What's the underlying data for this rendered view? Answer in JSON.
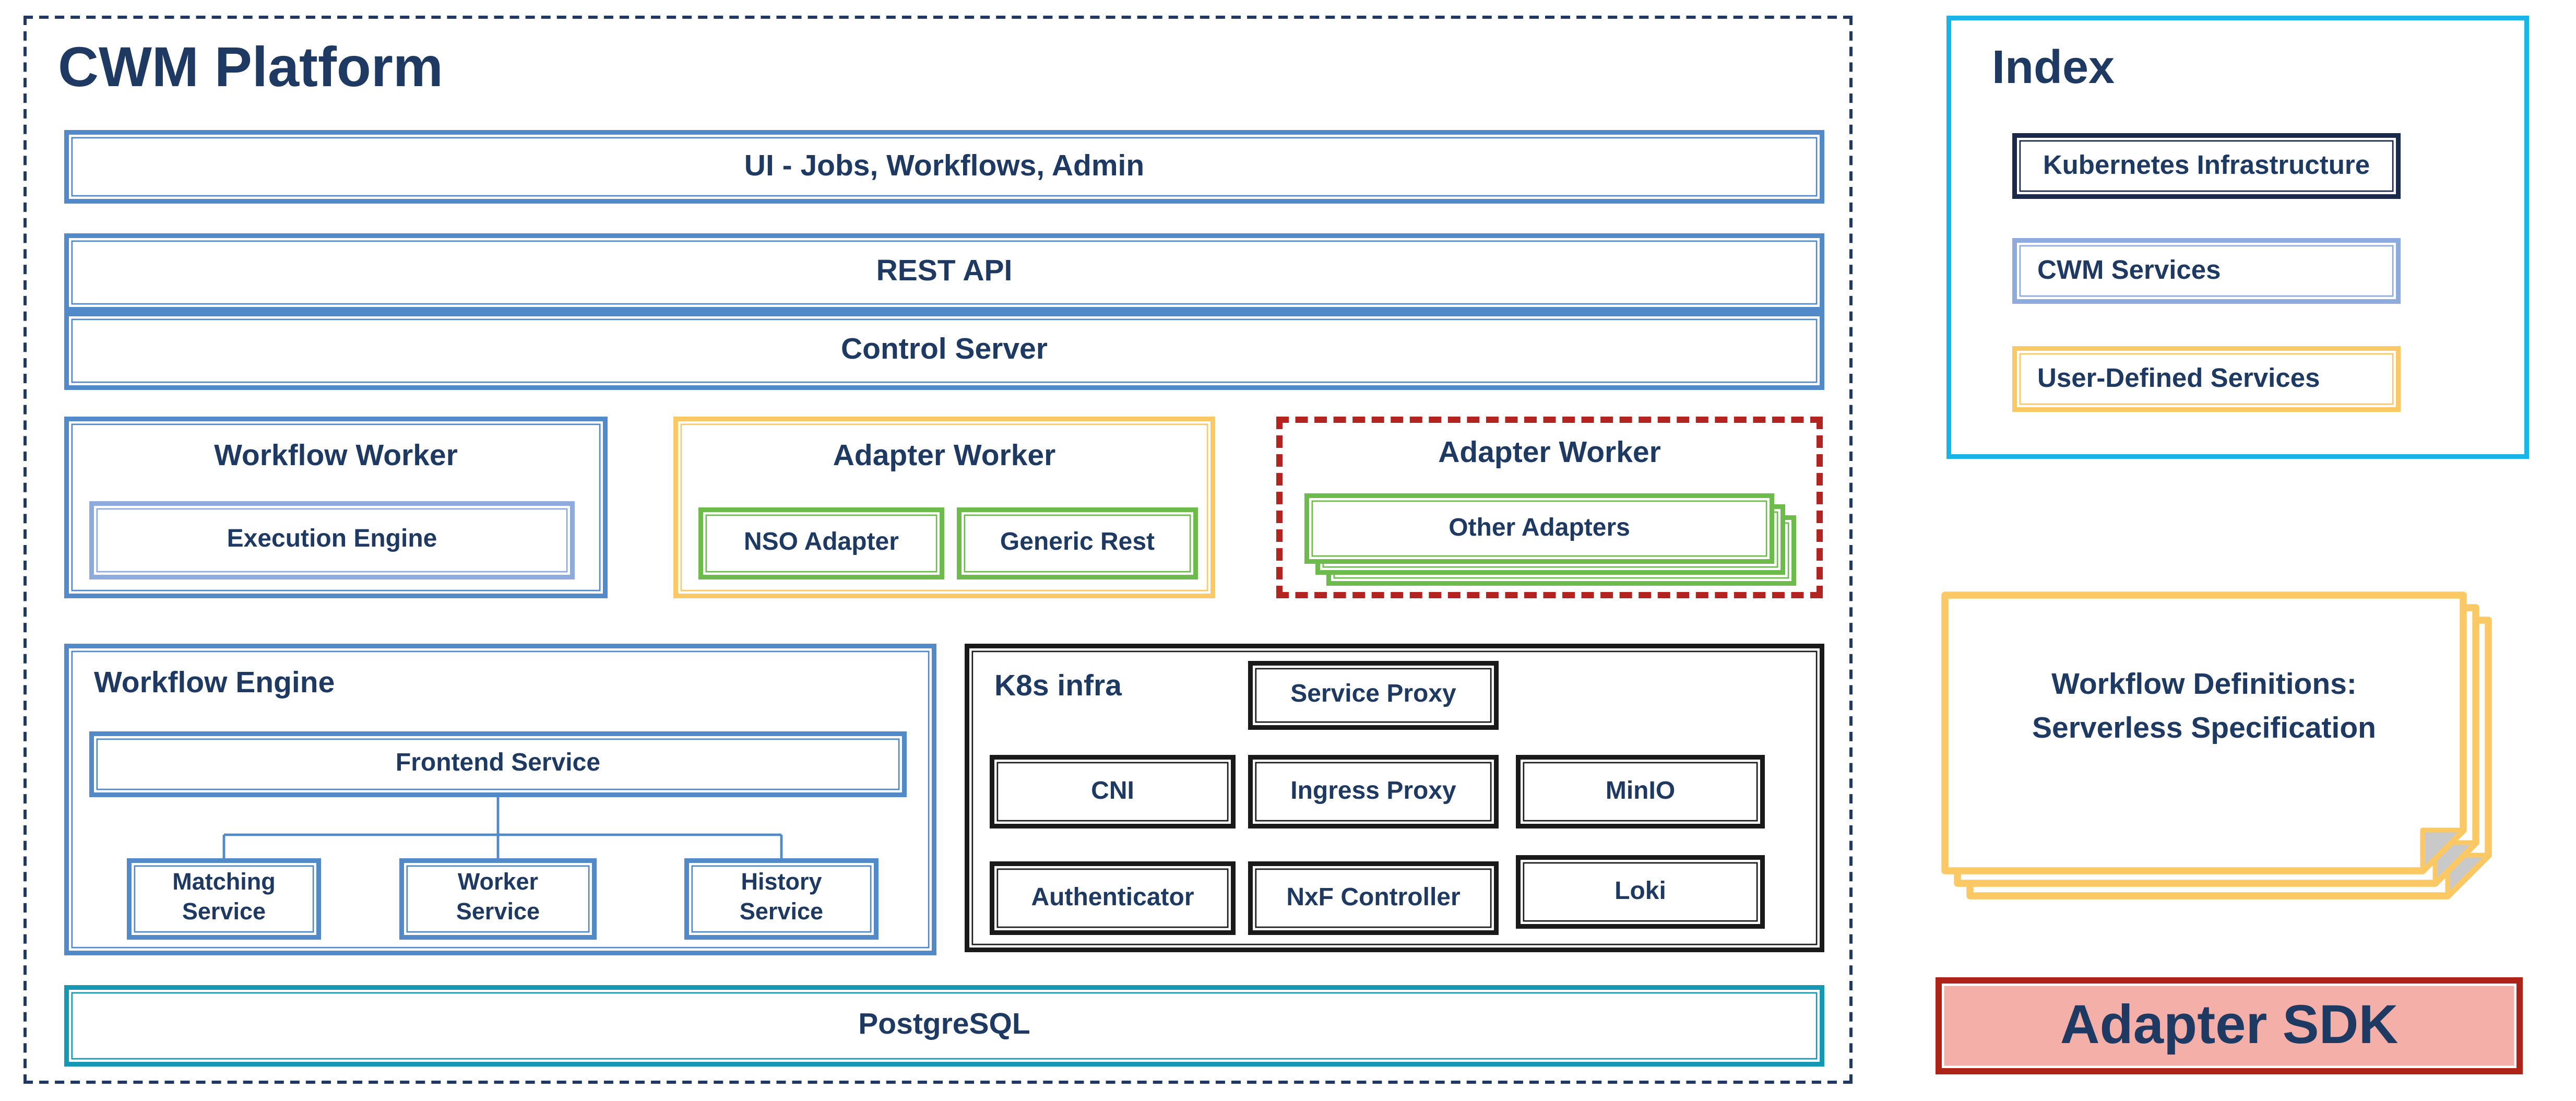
{
  "colors": {
    "navy_text": "#1E3A62",
    "platform_dash_border": "#1F3864",
    "cwm_blue": "#5189C9",
    "light_blue": "#8FAADC",
    "user_yellow": "#FAC865",
    "adapter_green": "#6CBB4C",
    "custom_red_dash": "#B3231F",
    "postgres_teal": "#1697B3",
    "index_cyan": "#19B5E8",
    "k8s_navy_border": "#1B2A4A",
    "k8s_black": "#1A1A1A",
    "sdk_border": "#AE2318",
    "sdk_fill": "#F4AFA9",
    "doc_fold_gray": "#C9C9C9"
  },
  "platform": {
    "title": "CWM Platform",
    "ui_bar": "UI - Jobs, Workflows, Admin",
    "rest_bar": "REST API",
    "control_bar": "Control Server",
    "postgres_bar": "PostgreSQL",
    "workflow_worker": {
      "title": "Workflow Worker",
      "engine": "Execution Engine"
    },
    "adapter_worker_builtin": {
      "title": "Adapter Worker",
      "adapters": [
        "NSO Adapter",
        "Generic Rest"
      ]
    },
    "adapter_worker_custom": {
      "title": "Adapter Worker",
      "adapters": [
        "Other Adapters"
      ]
    },
    "workflow_engine": {
      "title": "Workflow Engine",
      "frontend": "Frontend Service",
      "services": [
        "Matching Service",
        "Worker Service",
        "History Service"
      ]
    },
    "k8s_infra": {
      "title": "K8s infra",
      "service_proxy": "Service Proxy",
      "row2": [
        "CNI",
        "Ingress Proxy",
        "MinIO"
      ],
      "row3": [
        "Authenticator",
        "NxF Controller",
        "Loki"
      ]
    }
  },
  "index_legend": {
    "title": "Index",
    "items": [
      "Kubernetes Infrastructure",
      "CWM Services",
      "User-Defined Services"
    ]
  },
  "workflow_definitions": "Workflow Definitions: Serverless Specification",
  "adapter_sdk": "Adapter SDK"
}
